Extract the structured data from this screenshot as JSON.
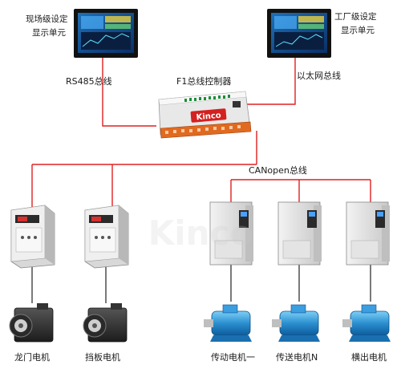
{
  "hmi_field": {
    "line1": "现场级设定",
    "line2": "显示单元"
  },
  "hmi_factory": {
    "line1": "工厂级设定",
    "line2": "显示单元"
  },
  "bus_rs485": "RS485总线",
  "bus_ethernet": "以太网总线",
  "controller": {
    "label": "F1总线控制器",
    "brand": "Kinco"
  },
  "bus_canopen": "CANopen总线",
  "motors": {
    "m1": "龙门电机",
    "m2": "挡板电机",
    "m3": "传动电机一",
    "m4": "传送电机N",
    "m5": "横出电机"
  },
  "watermark": "Kinco",
  "colors": {
    "bus_line": "#e02020",
    "motor_line": "#222222",
    "screen_bezel": "#111111"
  }
}
